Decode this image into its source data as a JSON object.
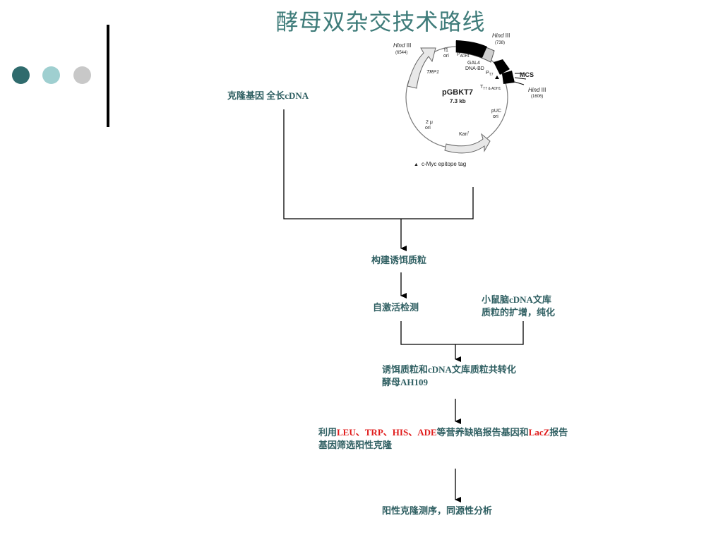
{
  "slide": {
    "title": "酵母双杂交技术路线",
    "colors": {
      "title": "#3f7c7a",
      "dot1": "#2f6b6d",
      "dot2": "#9fcfd0",
      "dot3": "#c8c8c8",
      "text": "#2f5f62",
      "highlight": "#e01b1b"
    }
  },
  "plasmid": {
    "name": "pGBKT7",
    "size": "7.3 kb",
    "hind_label": "Hind",
    "hind_roman": "III",
    "hind_left_pos": "(6544)",
    "hind_top_pos": "(738)",
    "hind_right_pos": "(1606)",
    "f1": "f1",
    "ori": "ori",
    "padh_p": "P",
    "padh_sub": "ADH1",
    "gal4_1": "GAL4",
    "gal4_2": "DNA-BD",
    "pt7_p": "P",
    "pt7_sub": "T7",
    "mcs": "MCS",
    "tt7": "T",
    "tt7_sub": "T7 & ADH1",
    "trp1": "TRP1",
    "puc": "pUC",
    "two_mu": "2 μ",
    "kan": "Kan",
    "kan_sup": "r",
    "legend_tri": "▲",
    "legend": "c-Myc epitope tag"
  },
  "flow": {
    "cdna": "克隆基因 全长cDNA",
    "bait": "构建诱饵质粒",
    "self_act": "自激活检测",
    "library_1": "小鼠脑cDNA文库",
    "library_2": "质粒的扩增，纯化",
    "cotrans_1": "诱饵质粒和cDNA文库质粒共转化",
    "cotrans_2": "酵母AH109",
    "screen_a": "利用",
    "screen_leu": "LEU",
    "screen_sep1": "、",
    "screen_trp": "TRP",
    "screen_sep2": "、",
    "screen_his": "HIS",
    "screen_sep3": "、",
    "screen_ade": "ADE",
    "screen_b": "等营养缺陷报告基因和",
    "screen_lacz": "LacZ",
    "screen_c": "报告",
    "screen_2": "基因筛选阳性克隆",
    "final": "阳性克隆测序，同源性分析"
  }
}
